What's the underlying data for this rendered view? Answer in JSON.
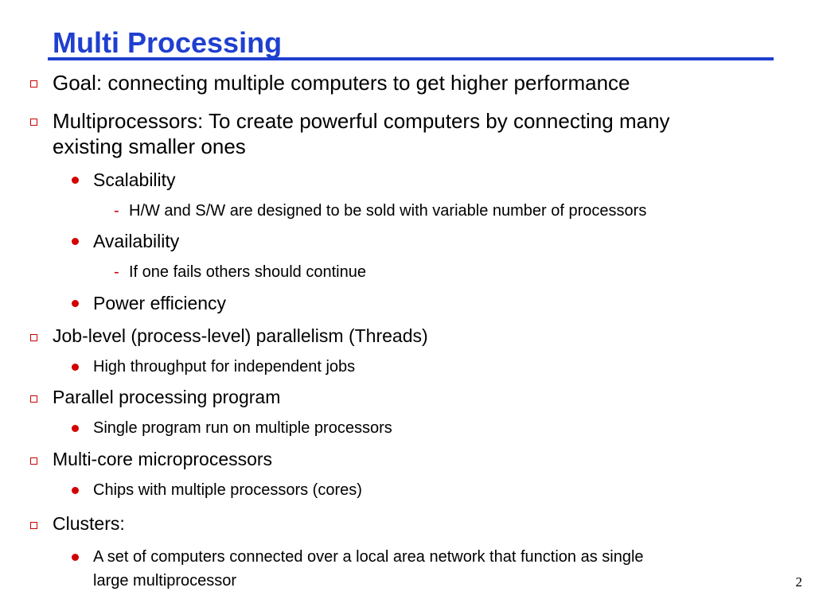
{
  "slide": {
    "title": "Multi Processing",
    "page_number": "2",
    "colors": {
      "title": "#1f3fd0",
      "bullet": "#cc0000",
      "text": "#000000",
      "background": "#ffffff"
    },
    "bullets": [
      {
        "level": 1,
        "icon": "square-bullet-icon",
        "text": "Goal: connecting multiple computers to get higher performance"
      },
      {
        "level": 1,
        "icon": "square-bullet-icon",
        "text": "Multiprocessors: To create powerful computers by connecting many",
        "text2": "existing smaller ones"
      },
      {
        "level": 2,
        "icon": "dot-bullet-icon",
        "text": "Scalability"
      },
      {
        "level": 3,
        "icon": "dash-bullet-icon",
        "text": "H/W and S/W are designed to be sold with variable number of processors"
      },
      {
        "level": 2,
        "icon": "dot-bullet-icon",
        "text": "Availability"
      },
      {
        "level": 3,
        "icon": "dash-bullet-icon",
        "text": "If one fails others should continue"
      },
      {
        "level": 2,
        "icon": "dot-bullet-icon",
        "text": "Power efficiency"
      },
      {
        "level": 1,
        "icon": "square-bullet-icon",
        "text": "Job-level (process-level) parallelism  (Threads)"
      },
      {
        "level": 2,
        "icon": "dot-bullet-icon",
        "text": "High throughput for independent jobs"
      },
      {
        "level": 1,
        "icon": "square-bullet-icon",
        "text": "Parallel processing program"
      },
      {
        "level": 2,
        "icon": "dot-bullet-icon",
        "text": "Single program run on multiple processors"
      },
      {
        "level": 1,
        "icon": "square-bullet-icon",
        "text": "Multi-core microprocessors"
      },
      {
        "level": 2,
        "icon": "dot-bullet-icon",
        "text": "Chips with multiple processors (cores)"
      },
      {
        "level": 1,
        "icon": "square-bullet-icon",
        "text": "Clusters:"
      },
      {
        "level": 2,
        "icon": "dot-bullet-icon",
        "text": "A set of computers connected over a local area network that function as single",
        "text2": "large multiprocessor"
      }
    ]
  }
}
